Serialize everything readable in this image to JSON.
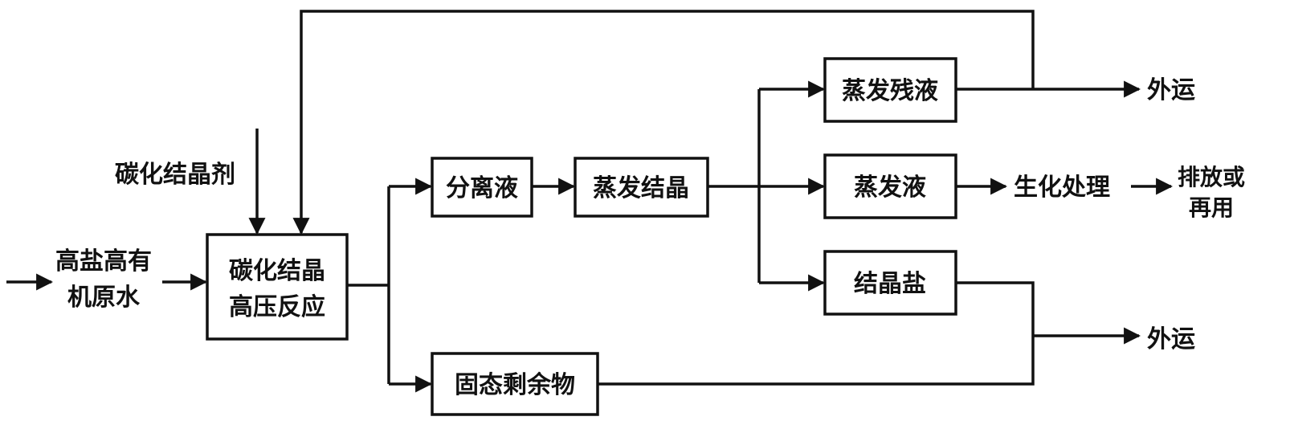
{
  "diagram": {
    "input": {
      "line1": "高盐高有",
      "line2": "机原水"
    },
    "catalyst_label": "碳化结晶剂",
    "boxes": {
      "reactor": {
        "line1": "碳化结晶",
        "line2": "高压反应"
      },
      "separation_liquid": "分离液",
      "evaporative_crystallization": "蒸发结晶",
      "evaporation_residue": "蒸发残液",
      "evaporation_liquid": "蒸发液",
      "crystal_salt": "结晶盐",
      "solid_residue": "固态剩余物"
    },
    "outputs": {
      "transport_top": "外运",
      "biochemical_treatment": "生化处理",
      "discharge": {
        "line1": "排放或",
        "line2": "再用"
      },
      "transport_bottom": "外运"
    }
  }
}
